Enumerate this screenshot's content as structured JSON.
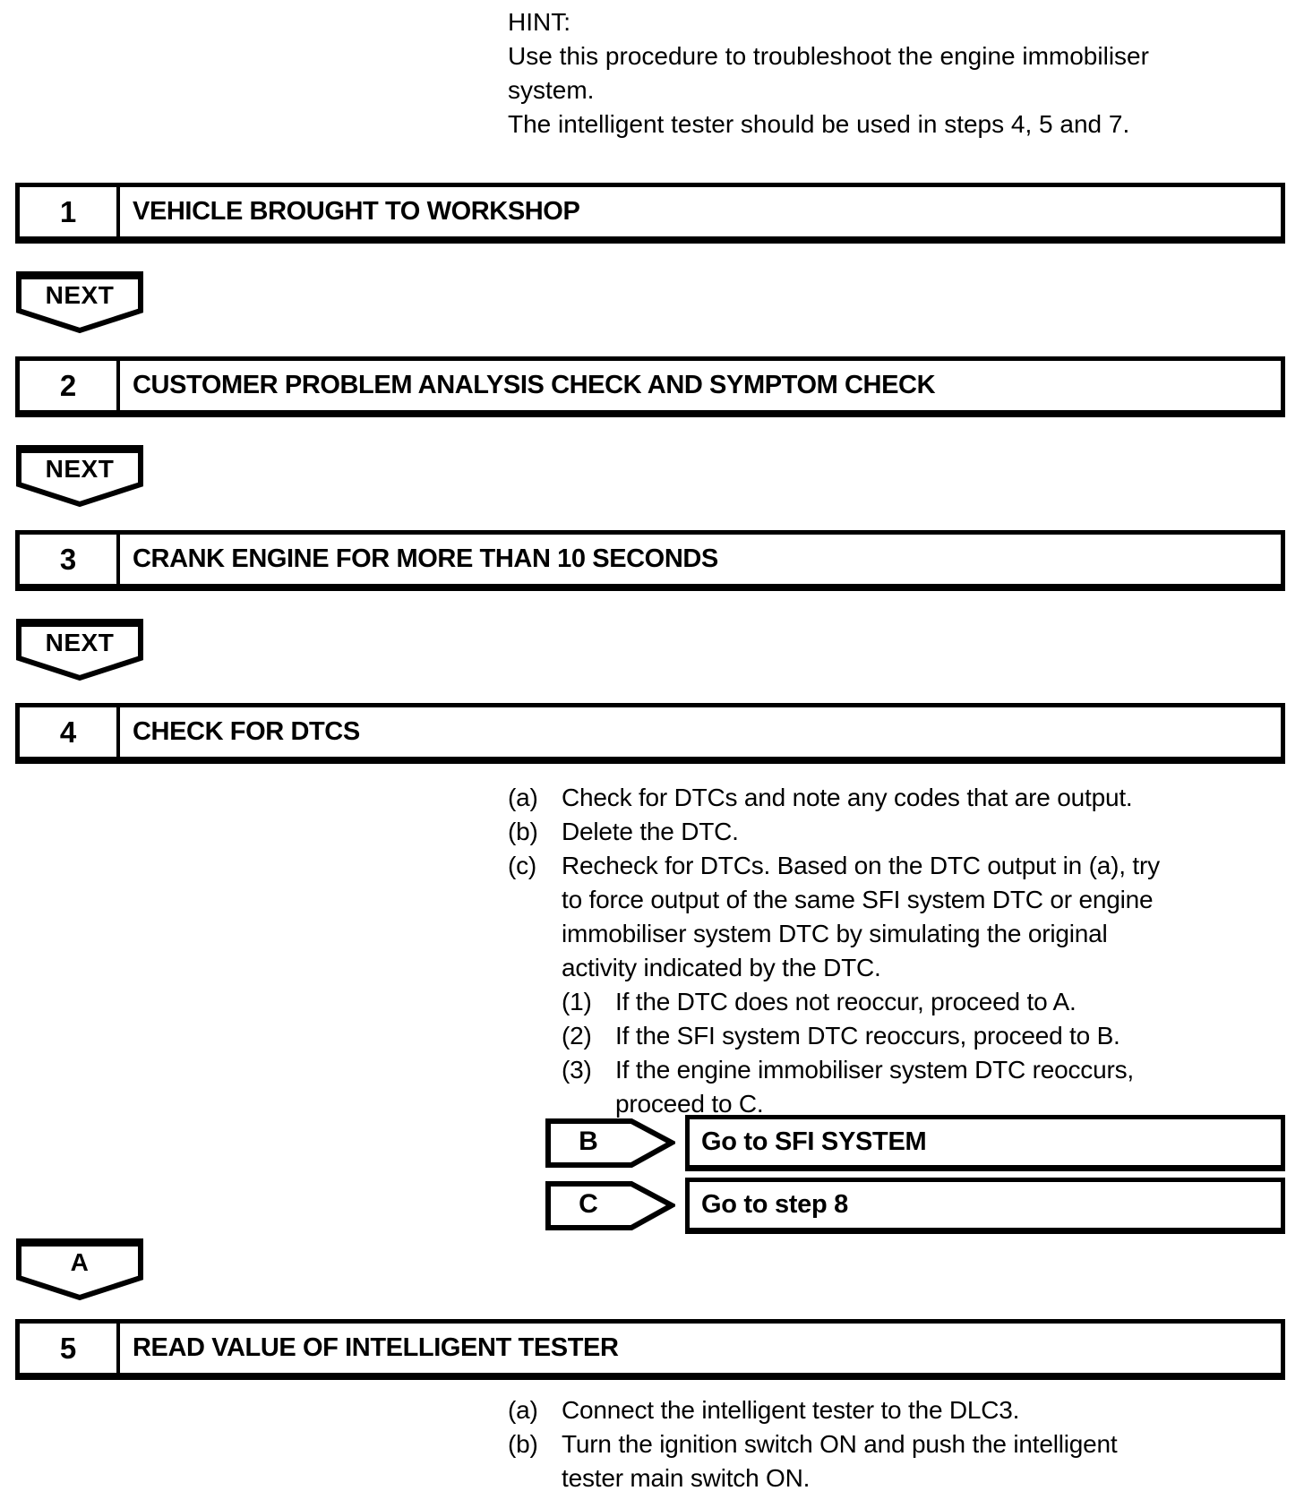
{
  "colors": {
    "ink": "#000000",
    "paper": "#ffffff"
  },
  "hint": {
    "lines": [
      "HINT:",
      "Use this procedure to troubleshoot the engine immobiliser",
      "system.",
      "The intelligent tester should be used in steps 4, 5 and 7."
    ]
  },
  "steps": [
    {
      "number": "1",
      "title": "VEHICLE BROUGHT TO WORKSHOP"
    },
    {
      "number": "2",
      "title": "CUSTOMER PROBLEM ANALYSIS CHECK AND SYMPTOM CHECK"
    },
    {
      "number": "3",
      "title": "CRANK ENGINE FOR MORE THAN 10 SECONDS"
    },
    {
      "number": "4",
      "title": "CHECK FOR DTCS"
    },
    {
      "number": "5",
      "title": "READ VALUE OF INTELLIGENT TESTER"
    }
  ],
  "connectors": {
    "next1": "NEXT",
    "next2": "NEXT",
    "next3": "NEXT",
    "result_a": "A"
  },
  "step4_body": {
    "lines": [
      {
        "marker": "(a)",
        "text": "Check for DTCs and note any codes that are output."
      },
      {
        "marker": "(b)",
        "text": "Delete the DTC."
      },
      {
        "marker": "(c)",
        "text": "Recheck for DTCs. Based on the DTC output in (a), try"
      },
      {
        "marker": "",
        "text": "to force output of the same SFI system DTC or engine"
      },
      {
        "marker": "",
        "text": "immobiliser system DTC by simulating the original"
      },
      {
        "marker": "",
        "text": "activity indicated by the DTC."
      },
      {
        "marker": "(1)",
        "text": "If the DTC does not reoccur, proceed to A."
      },
      {
        "marker": "(2)",
        "text": "If the SFI system DTC reoccurs, proceed to B."
      },
      {
        "marker": "(3)",
        "text": "If the engine immobiliser system DTC reoccurs,"
      },
      {
        "marker": "",
        "text": "proceed to C."
      }
    ]
  },
  "decisions": [
    {
      "label": "B",
      "action": "Go to SFI SYSTEM"
    },
    {
      "label": "C",
      "action": "Go to step 8"
    }
  ],
  "step5_body": {
    "lines": [
      {
        "marker": "(a)",
        "text": "Connect the intelligent tester to the DLC3."
      },
      {
        "marker": "(b)",
        "text": "Turn the ignition switch ON and push the intelligent"
      },
      {
        "marker": "",
        "text": "tester main switch ON."
      }
    ]
  }
}
